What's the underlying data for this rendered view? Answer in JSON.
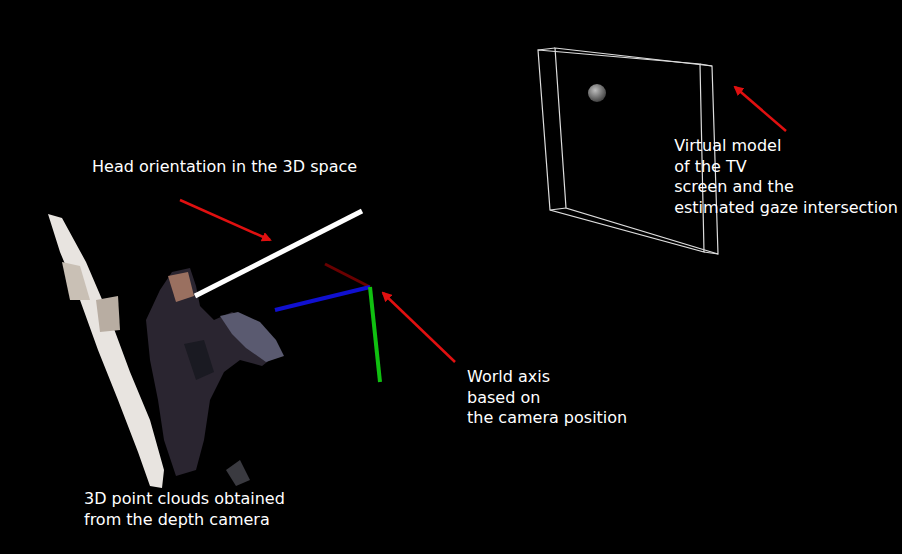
{
  "diagram": {
    "labels": [
      "Head orientation in the 3D space",
      "Virtual model of the TV screen and the estimated gaze intersection",
      "World axis based on the camera position",
      "3D point clouds obtained from the depth camera"
    ]
  }
}
